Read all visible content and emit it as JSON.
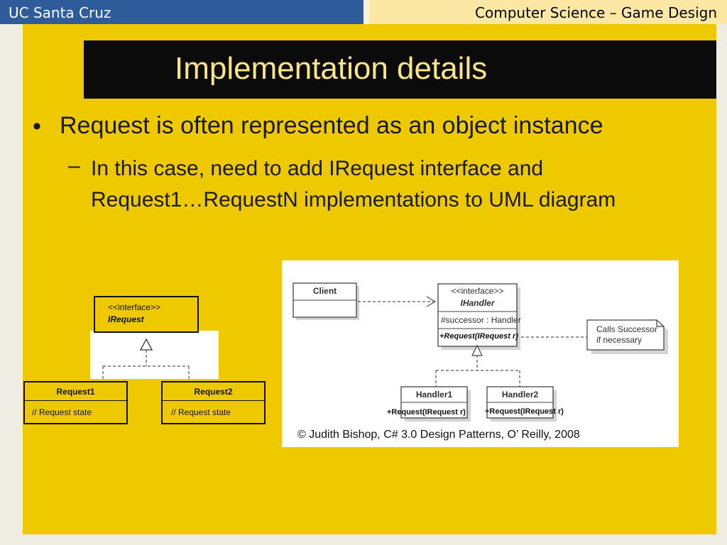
{
  "header": {
    "left_text": "UC Santa Cruz",
    "right_text": "Computer Science – Game Design"
  },
  "slide": {
    "title": "Implementation details",
    "bullets": [
      {
        "marker": "•",
        "text": "Request is often represented as an object instance"
      },
      {
        "marker": "–",
        "line1": "In this case, need to add IRequest interface and",
        "line2": "Request1…RequestN implementations to UML diagram"
      }
    ]
  },
  "left_diagram": {
    "interface_stereotype": "<<interface>>",
    "interface_name": "IRequest",
    "classes": [
      {
        "name": "Request1",
        "body": "// Request state"
      },
      {
        "name": "Request2",
        "body": "// Request state"
      }
    ]
  },
  "figure": {
    "client": "Client",
    "stereotype": "<<interface>>",
    "interface_name": "IHandler",
    "successor_attr": "#successor : Handler",
    "request_op": "+Request(IRequest r)",
    "note_line1": "Calls Successor",
    "note_line2": "if necessary",
    "handler1": "Handler1",
    "handler2": "Handler2",
    "handler1_op": "+Request(IRequest r)",
    "handler2_op": "+Request(IRequest r)",
    "credit": "© Judith Bishop, C# 3.0 Design Patterns, O’ Reilly, 2008"
  },
  "colors": {
    "header_blue": "#2e5b9a",
    "header_cream": "#fce8a4",
    "slide_yellow": "#eec900",
    "title_bar": "#0b0b0b",
    "title_text": "#fce487"
  }
}
